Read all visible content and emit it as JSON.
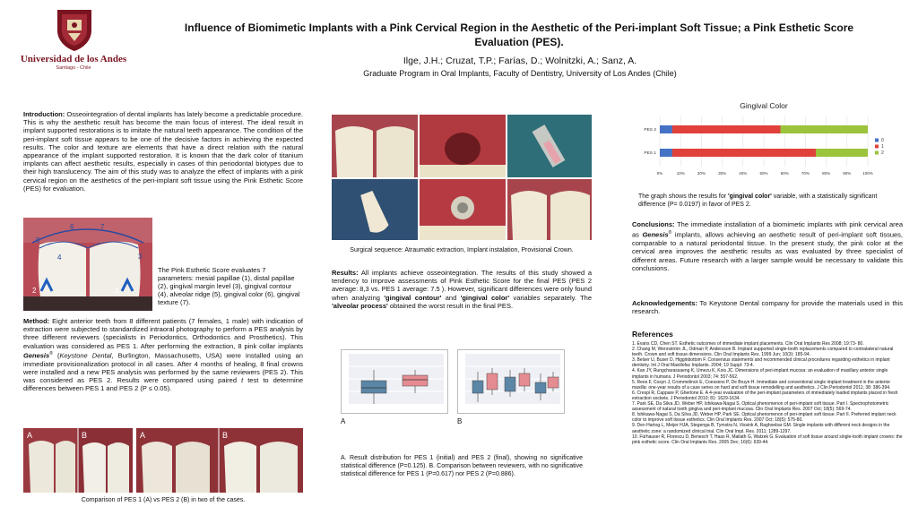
{
  "header": {
    "university": "Universidad de los Andes",
    "city": "Santiago - Chile",
    "title": "Influence of Biomimetic Implants with a Pink Cervical Region in the Aesthetic of the Peri-implant Soft Tissue; a Pink Esthetic Score Evaluation (PES).",
    "authors": "Ilge, J.H.; Cruzat, T.P.; Farías, D.; Wolnitzki, A.; Sanz, A.",
    "affiliation": "Graduate Program in Oral Implants, Faculty of Dentistry, University of Los Andes (Chile)"
  },
  "introduction": {
    "heading": "Introduction:",
    "text": " Osseointegration of dental implants has lately become a predictable procedure. This is why the aesthetic result has become the main focus of interest. The ideal result in implant supported restorations is to imitate the natural teeth appearance. The condition of the peri-implant soft tissue appears to be one of the decisive factors in achieving the expected results. The color and texture are elements that have a direct relation with the natural appearance of the implant supported restoration. It is known that the dark color of titanium implants can affect aesthetic results, especially in cases of thin periodontal biotypes due to their high translucency. The aim of this study was to analyze the effect of implants with a pink cervical region on the aesthetics of the peri-implant soft tissue using the Pink Esthetic Score (PES) for evaluation."
  },
  "pes_figure": {
    "labels": [
      "5",
      "6",
      "7",
      "4",
      "3",
      "1",
      "2"
    ],
    "caption": "The Pink Esthetic Score evaluates 7 parameters: mesial papillae (1), distal papillae (2), gingival margin level (3), gingival contour (4), alveolar ridge (5), gingival color (6), gingival texture (7)."
  },
  "method": {
    "heading": "Method:",
    "text1": " Eight anterior teeth from 8 different patients (7 females, 1 male) with indication of extraction were subjected to standardized intraoral photography to perform a PES analysis by three different reviewers (specialists in Periodontics, Orthodontics and Prosthetics). This evaluation was considered as PES 1. After performing the extraction, 8 pink collar implants ",
    "brand": "Genesis",
    "reg": "®",
    "paren_open": " (",
    "company": "Keystone Dental",
    "text2": ", Burlington, Massachusetts, USA) were installed using an immediate provisionalization protocol in all cases. After 4 months of healing, 8 final crowns were installed and a new PES analysis was performed by the same reviewers (PES 2). This was considered as PES 2. Results were compared using paired ",
    "t_italic": "t",
    "text3": " test to determine differences between PES 1 and PES 2 (P ≤ 0.05)."
  },
  "comparison": {
    "labels": [
      "A",
      "B",
      "A",
      "B"
    ],
    "caption": "Comparison of PES 1 (A) vs PES 2 (B) in two of the cases."
  },
  "surgical": {
    "caption": "Surgical sequence: Atraumatic extraction, Implant instalation, Provisional Crown."
  },
  "results": {
    "heading": "Results:",
    "text1": " All implants achieve osseointegration. The results of this study showed a tendency to improve assessments of Pink Esthetic Score for the final PES (PES 2 average: 8,3 vs. PES 1 average: 7.5 ). However, significant differences were only found when analyzing ",
    "q1": "'gingival contour'",
    "and": " and ",
    "q2": "'gingival color'",
    "text2": " variables separately. The ",
    "q3": "'alveolar process'",
    "text3": " obtained the worst result in the final PES."
  },
  "boxplots": {
    "labelA": "A",
    "labelB": "B",
    "caption": "A. Result distribution for PES 1 (initial) and PES 2 (final), showing no significative statistical difference (P=0.125). B. Comparison between reviewers, with no significative statistical difference for PES 1 (P=0.617) nor PES 2 (P=0.886)."
  },
  "chart_data": {
    "type": "bar",
    "orientation": "horizontal-stacked-percent",
    "title": "Gingival Color",
    "categories": [
      "PES 2",
      "PES 1"
    ],
    "series": [
      {
        "name": "0",
        "color": "#4472c4",
        "values": [
          0.06,
          0.06
        ]
      },
      {
        "name": "1",
        "color": "#e0413a",
        "values": [
          0.52,
          0.69
        ]
      },
      {
        "name": "2",
        "color": "#9bc33c",
        "values": [
          0.42,
          0.25
        ]
      }
    ],
    "xticks": [
      "0%",
      "10%",
      "20%",
      "30%",
      "40%",
      "50%",
      "60%",
      "70%",
      "80%",
      "90%",
      "100%"
    ],
    "xlim": [
      0,
      1
    ],
    "legend": "right",
    "grid": true
  },
  "chart_caption": {
    "t1": "The graph shows the results for ",
    "q": "'gingival color'",
    "t2": " variable, with a statistically significant difference (P= 0.0197) in favor of PES 2."
  },
  "conclusions": {
    "heading": "Conclusions:",
    "text1": " The immediate installation of a biomimetic implants with pink cervical area as ",
    "brand": "Genesis",
    "reg": "®",
    "text2": " implants, allows achieving an aesthetic result of peri-implant soft tissues, comparable to a natural periodontal tissue. In the present study, the pink color at the cervical area improves the aesthetic results as was evaluated by three specialist of different areas. Future research with a larger sample would be necessary to validate this conclusions."
  },
  "acknowledgements": {
    "heading": "Acknowledgements:",
    "text": " To Keystone Dental company for provide the materials used in this research."
  },
  "references": {
    "heading": "References",
    "items": [
      "1. Evans CD, Chen ST. Esthetic outcomes of immediate implant placements. Clin Oral Implants Res 2008; 19:73- 80.",
      "2. Chang M, Wennström JL, Odman P, Andersson B. Implant supported single-tooth replacements compared to contralateral natural teeth. Crown and soft tissue dimensions. Clin Oral Implants Res. 1999 Jun; 10(3): 185-94.",
      "3. Belser U, Buser D, Higginbottom F. Consensus statements and recommended clinical procedures regarding esthetics in implant dentistry. Int J Oral Maxillofac Implants. 2004; 19 Suppl: 73-4.",
      "4. Kan JY, Rungcharassaeng K, Umezu K, Kois JC. Dimensions of peri-implant mucosa: an evaluation of maxillary anterior single implants in humans. J Periodontol 2003; 74: 557-562.",
      "5. Rees F, Cosyn J, Crommelinck E, Coessens P, De Bruyn H. Immediate and conventional single implant treatment in the anterior maxilla: one-year results of a case series on hard and soft tissue remodelling and aesthetics. J Clin Periodontol 2011; 38: 386-394.",
      "6. Crespi R, Cappare P, Gherlone E. A 4-year evaluation of the peri-implant parameters of immediately loaded implants placed in fresh extraction sockets. J Periodontol 2010; 81: 1629-1634.",
      "7. Park SE, Da Silva JD, Weber HP, Ishikawa-Nagai S. Optical phenomenon of peri-implant soft tissue. Part I. Spectrophotometric assessment of natural tooth gingiva and peri-implant mucosa. Clin Oral Implants Res. 2007 Oct; 18(5): 569-74.",
      "8. Ishikawa-Nagai S, Da Silva JD, Weber HP, Park SE. Optical phenomenon of peri-implant soft tissue. Part II. Preferred implant neck color to improve soft tissue esthetics. Clin Oral Implants Res. 2007 Oct; 18(5): 575-80.",
      "9. Den Hartog L, Meijer HJA, Stegenga B, Tymstra N, Vissink A, Raghoebar GM. Single implants with different neck designs in the aesthetic zone: a randomized clinical trial. Clin Oral Impl. Res. 2011; 1289-1297.",
      "10. Fürhauser R, Florescu D, Benesch T, Haas R, Mailath G, Watzek G. Evaluation of soft tissue around single-tooth implant crowns: the pink esthetic score. Clin Oral Implants Res. 2005 Dec; 16(6): 639-44."
    ]
  }
}
